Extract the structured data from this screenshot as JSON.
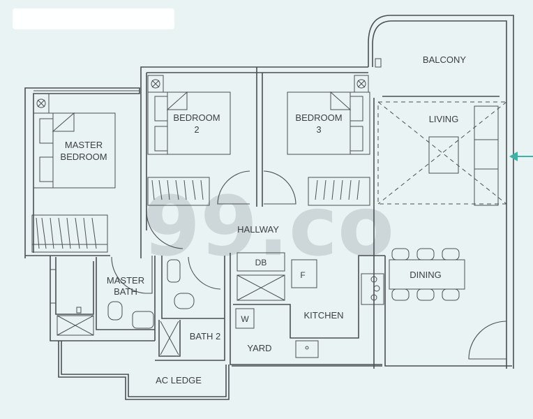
{
  "plan": {
    "rooms": {
      "master_bedroom": [
        "MASTER",
        "BEDROOM"
      ],
      "bedroom2": [
        "BEDROOM",
        "2"
      ],
      "bedroom3": [
        "BEDROOM",
        "3"
      ],
      "balcony": "BALCONY",
      "living": "LIVING",
      "hallway": "HALLWAY",
      "master_bath": [
        "MASTER",
        "BATH"
      ],
      "dining": "DINING",
      "kitchen": "KITCHEN",
      "bath2": "BATH 2",
      "yard": "YARD",
      "ac_ledge": "AC LEDGE"
    },
    "fixtures": {
      "db": "DB",
      "fridge": "F",
      "washer": "W"
    },
    "watermark": "99.co",
    "colors": {
      "background": "#e9f3f4",
      "wall": "#4a4f52",
      "entrance_arrow": "#3bb3a9"
    }
  }
}
